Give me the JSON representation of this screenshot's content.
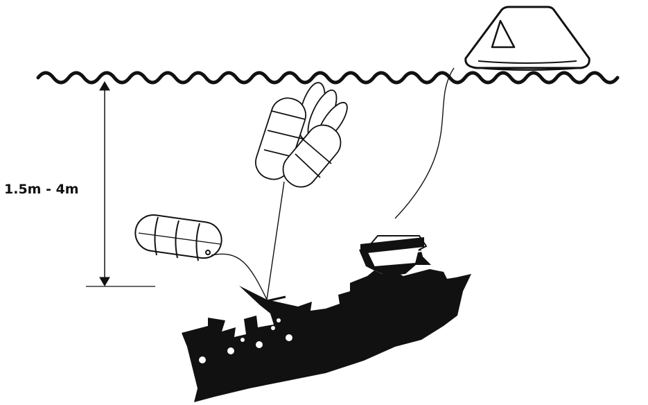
{
  "diagram": {
    "depth_label": "1.5m - 4m",
    "elements": [
      "water-surface",
      "inflated-liferaft",
      "liferaft-container",
      "sinking-ship",
      "painter-line",
      "depth-arrow"
    ]
  },
  "colors": {
    "ink": "#111111",
    "background": "#ffffff"
  }
}
